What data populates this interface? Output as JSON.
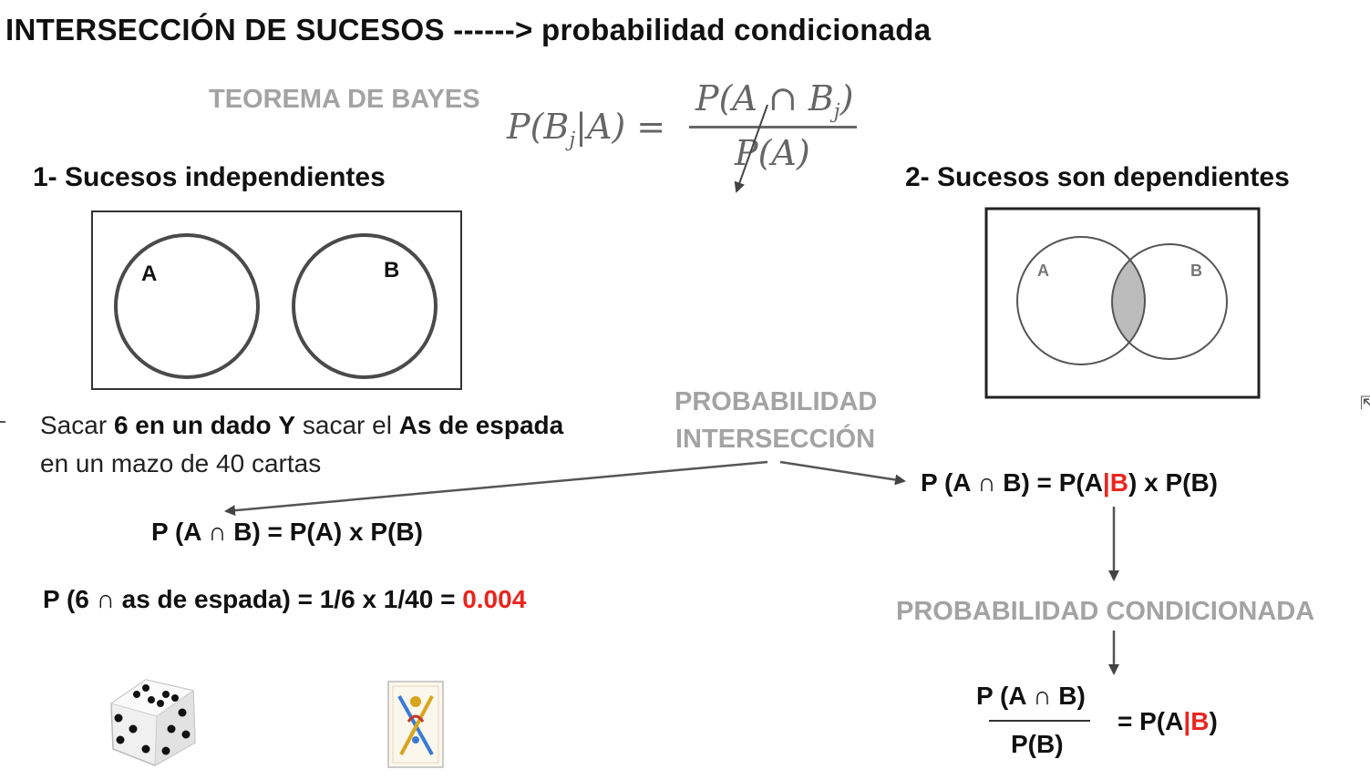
{
  "title": "INTERSECCIÓN DE SUCESOS ------> probabilidad condicionada",
  "bayes": {
    "label": "TEOREMA DE BAYES",
    "lhs_p": "P(B",
    "lhs_sub": "j",
    "lhs_rest": "|A) =",
    "num_p": "P(A ∩ B",
    "num_sub": "j",
    "num_rest": ")",
    "den": "P(A)"
  },
  "sections": {
    "independent": "1- Sucesos independientes",
    "dependent": "2- Sucesos son dependientes"
  },
  "venn_independent": {
    "a": "A",
    "b": "B"
  },
  "venn_dependent": {
    "a": "A",
    "b": "B"
  },
  "example": {
    "p1": "Sacar ",
    "p2": "6 en un dado",
    "p3": " ",
    "p4": "Y",
    "p5": " sacar el ",
    "p6": "As de espada",
    "line2": "en un mazo de 40 cartas"
  },
  "prob_intersection": {
    "line1": "PROBABILIDAD",
    "line2": "INTERSECCIÓN"
  },
  "formula_independent": "P (A ∩ B) = P(A) x P(B)",
  "calc": {
    "expr": "P (6 ∩ as de espada) = 1/6 x 1/40 = ",
    "result": "0.004"
  },
  "formula_dependent": {
    "p1": "P (A ∩ B) = P(A",
    "bar": "|",
    "b": "B",
    "p2": ") x P(B)"
  },
  "prob_conditional": "PROBABILIDAD CONDICIONADA",
  "fraction": {
    "num": "P (A ∩ B)",
    "den": "P(B)",
    "eq": "= P(A",
    "bar": "|",
    "b": "B",
    "close": ")"
  },
  "colors": {
    "accent_red": "#e8261f",
    "heading_gray": "#a3a3a3",
    "venn_overlap": "#bcbcbc"
  }
}
